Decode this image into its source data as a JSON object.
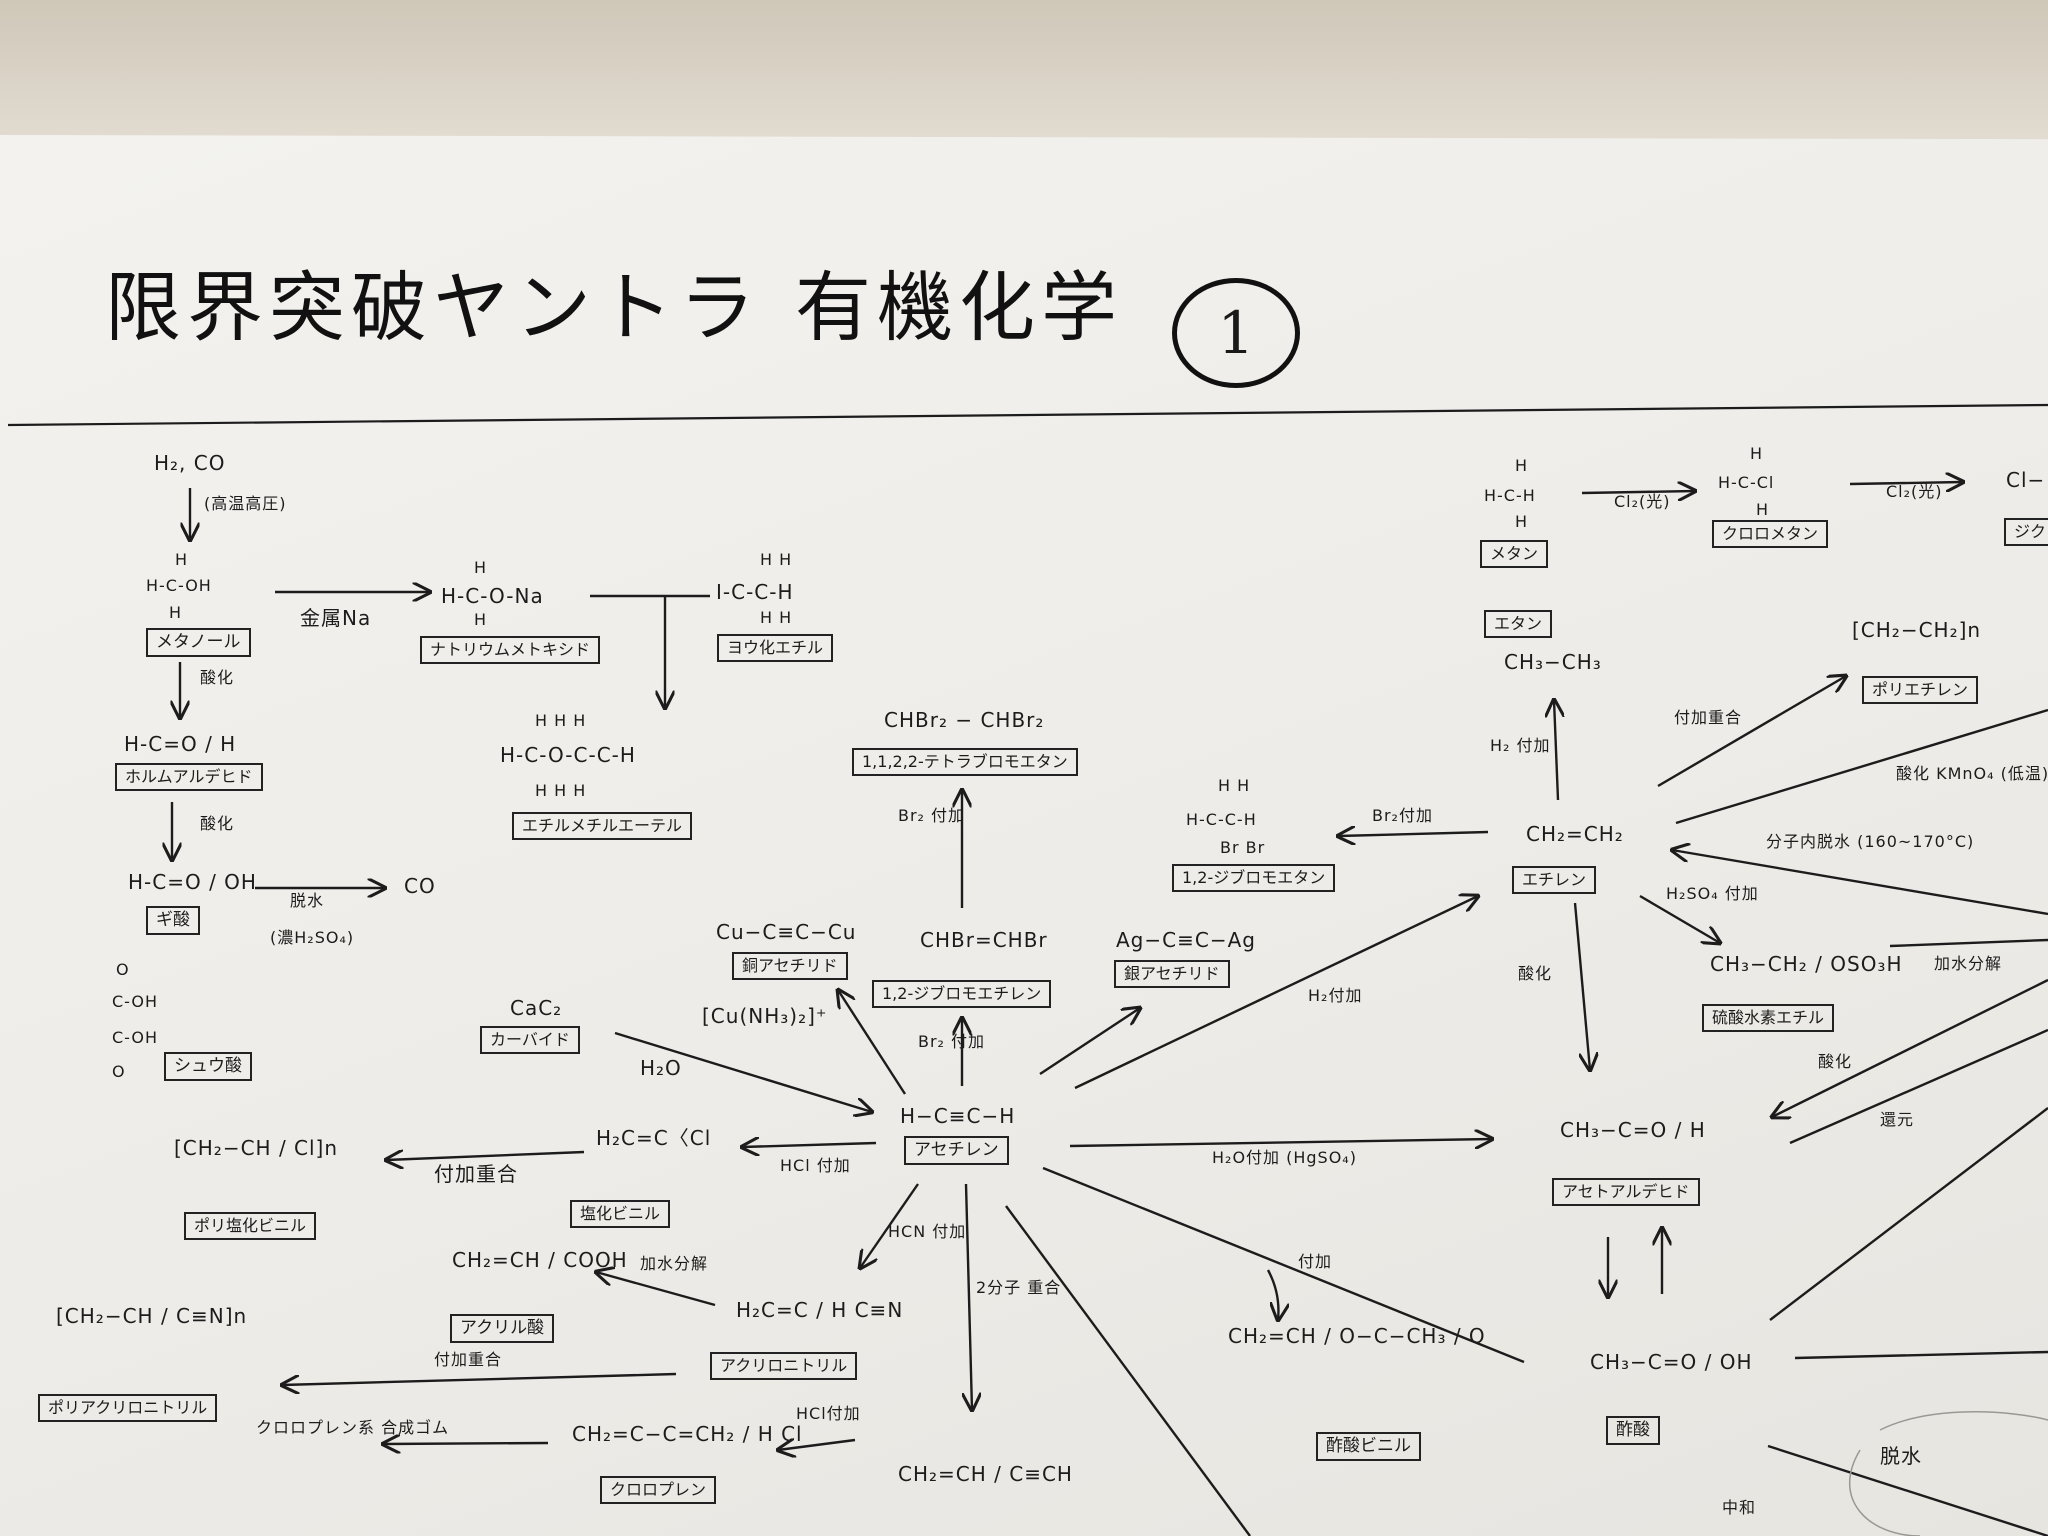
{
  "header": {
    "title_left": "限界突破ヤントラ",
    "title_right": "有機化学",
    "number": "1"
  },
  "nodes": {
    "h2co": "H₂, CO",
    "cond_high": "(高温高圧)",
    "methanol_struct": [
      "H",
      "H-C-OH",
      "H"
    ],
    "methanol": "メタノール",
    "metal_na": "金属Na",
    "na_methoxide_struct": [
      "H",
      "H-C-O-Na",
      "H"
    ],
    "na_methoxide": "ナトリウムメトキシド",
    "iodoethane_struct": [
      "H H",
      "I-C-C-H",
      "H H"
    ],
    "iodoethane": "ヨウ化エチル",
    "ethyl_methyl_ether_struct": [
      "H    H H",
      "H-C-O-C-C-H",
      "H    H H"
    ],
    "ethyl_methyl_ether": "エチルメチルエーテル",
    "oxidation1": "酸化",
    "formaldehyde_struct": "H-C=O / H",
    "formaldehyde": "ホルムアルデヒド",
    "oxidation2": "酸化",
    "formic_acid_struct": "H-C=O / OH",
    "formic_acid": "ギ酸",
    "dehydration": "脱水",
    "conc_h2so4": "(濃H₂SO₄)",
    "co": "CO",
    "oxalic_struct": [
      "O",
      "C-OH",
      "C-OH",
      "O"
    ],
    "oxalic_acid": "シュウ酸",
    "chbr2_chbr2": "CHBr₂ − CHBr₂",
    "tetrabromoethane": "1,1,2,2-テトラブロモエタン",
    "br2_add1": "Br₂ 付加",
    "cu_acetylide_struct": "Cu−C≡C−Cu",
    "cu_acetylide": "銅アセチリド",
    "cu_complex": "[Cu(NH₃)₂]⁺",
    "chbr_chbr": "CHBr=CHBr",
    "dibromoethylene": "1,2-ジブロモエチレン",
    "ag_acetylide_struct": "Ag−C≡C−Ag",
    "ag_acetylide": "銀アセチリド",
    "br2_add2": "Br₂ 付加",
    "cac2": "CaC₂",
    "carbide": "カーバイド",
    "h2o": "H₂O",
    "acetylene_struct": "H−C≡C−H",
    "acetylene": "アセチレン",
    "h2_add": "H₂付加",
    "h2o_add": "H₂O付加 (HgSO₄)",
    "hcl_add": "HCl 付加",
    "vinyl_chloride": "塩化ビニル",
    "addition_polymerization1": "付加重合",
    "pvc_struct": "[CH₂−CH / Cl]n",
    "pvc": "ポリ塩化ビニル",
    "hcn_add": "HCN 付加",
    "acrylic_struct": "CH₂=CH / COOH",
    "acrylic_acid": "アクリル酸",
    "hydrolysis": "加水分解",
    "acrylonitrile_struct": "H₂C=C / H  C≡N",
    "acrylonitrile": "アクリロニトリル",
    "addition_polymerization2": "付加重合",
    "pan_struct": "[CH₂−CH / C≡N]n",
    "pan": "ポリアクリロニトリル",
    "dimerization": "2分子 重合",
    "chloroprene_struct": "CH₂=C−C=CH₂ / H  Cl",
    "chloroprene": "クロロプレン",
    "hcl_add2": "HCl付加",
    "chloroprene_rubber": "クロロプレン系 合成ゴム",
    "vinylacetylene": "CH₂=CH / C≡CH",
    "addition": "付加",
    "vinyl_acetate_struct": "CH₂=CH / O−C−CH₃ / O",
    "vinyl_acetate": "酢酸ビニル",
    "methane_struct": [
      "H",
      "H-C-H",
      "H"
    ],
    "methane": "メタン",
    "cl2_light1": "Cl₂(光)",
    "chloromethane_struct": [
      "H",
      "H-C-Cl",
      "H"
    ],
    "chloromethane": "クロロメタン",
    "cl2_light2": "Cl₂(光)",
    "next_cut": "Cl−",
    "next_cut_lbl": "ジク",
    "ethane": "エタン",
    "ch3ch3": "CH₃−CH₃",
    "h2_add2": "H₂ 付加",
    "polyethylene_struct": "[CH₂−CH₂]n",
    "polyethylene": "ポリエチレン",
    "addition_polymerization3": "付加重合",
    "ethylene_struct": "CH₂=CH₂",
    "ethylene": "エチレン",
    "br2_add3": "Br₂付加",
    "dibromoethane_struct": [
      "H H",
      "H-C-C-H",
      "Br Br"
    ],
    "dibromoethane": "1,2-ジブロモエタン",
    "kmno4": "酸化 KMnO₄ (低温)",
    "intramolecular": "分子内脱水 (160~170°C)",
    "h2so4_add": "H₂SO₄ 付加",
    "ethyl_hydrogen_sulfate_struct": "CH₃−CH₂ / OSO₃H",
    "ethyl_hydrogen_sulfate": "硫酸水素エチル",
    "hydrolysis2": "加水分解",
    "oxidation3": "酸化",
    "oxidation4": "酸化",
    "reduction": "還元",
    "acetaldehyde_struct": "CH₃−C=O / H",
    "acetaldehyde": "アセトアルデヒド",
    "acetic_struct": "CH₃−C=O / OH",
    "acetic_acid": "酢酸",
    "dehydration2": "脱水",
    "neutralization": "中和"
  }
}
